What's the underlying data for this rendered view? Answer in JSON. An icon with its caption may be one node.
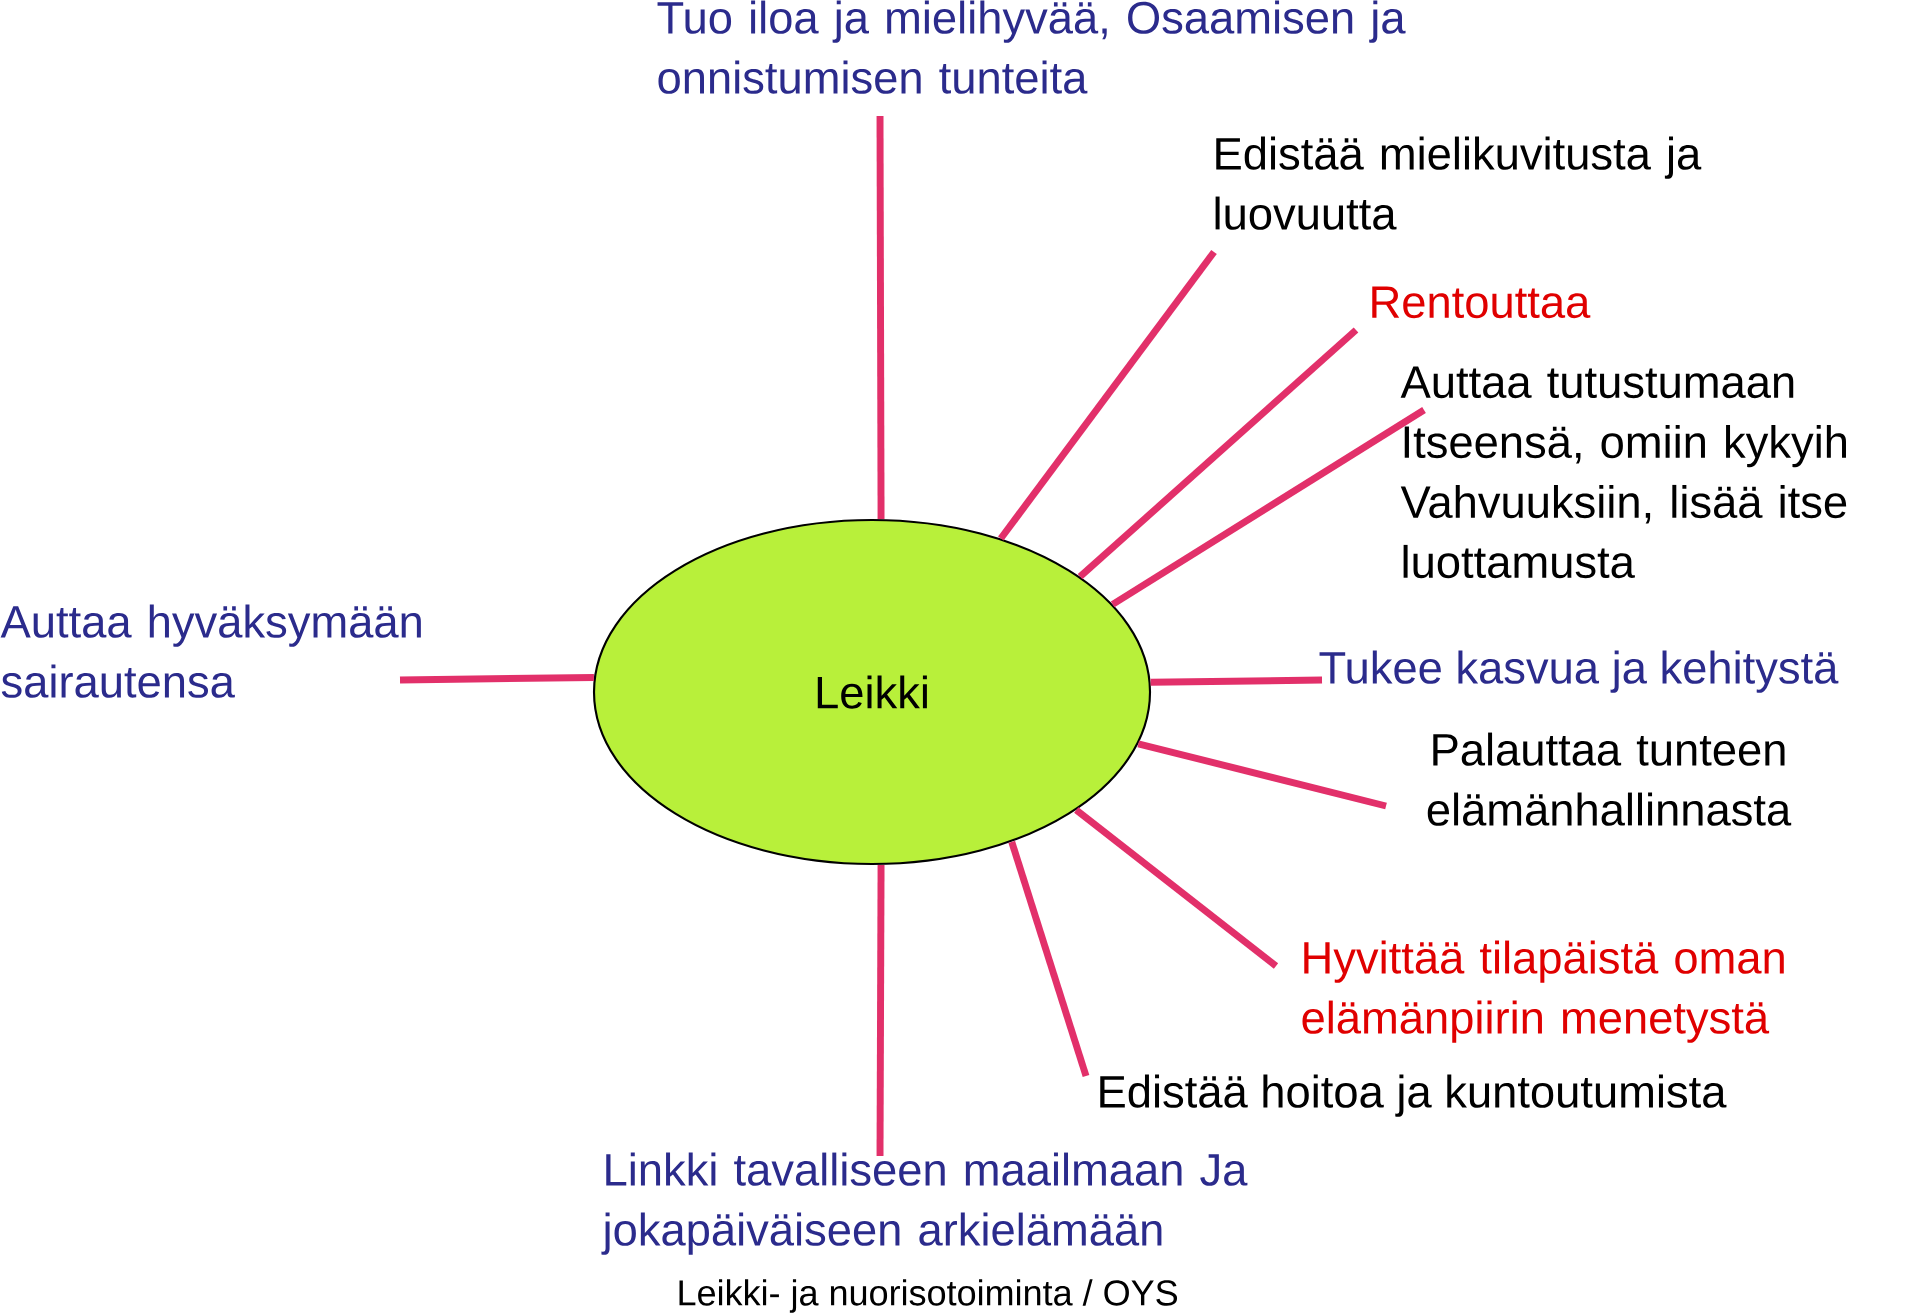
{
  "diagram": {
    "nodes": [
      {
        "text": [
          "Leikki"
        ]
      },
      {
        "text": [
          "Tuo iloa ja mielihyvää, Osaamisen ja onnistumisen tunteita"
        ]
      },
      {
        "text": [
          "Edistää mielikuvitusta ja luovuutta"
        ]
      },
      {
        "text": [
          "Rentouttaa"
        ]
      },
      {
        "text": [
          "Auttaa tutustumaan Itseensä, omiin kykyih Vahvuuksiin, lisää itse luottamusta"
        ]
      },
      {
        "text": [
          "Tukee kasvua ja kehitystä"
        ]
      },
      {
        "text": [
          "Palauttaa tunteen elämänhallinnasta"
        ]
      },
      {
        "text": [
          "Hyvittää tilapäistä oman elämänpiirin menetystä"
        ]
      },
      {
        "text": [
          "Edistää hoitoa ja kuntoutumista"
        ]
      },
      {
        "text": [
          "Linkki tavalliseen maailmaan Ja jokapäiväiseen arkielämään"
        ]
      },
      {
        "text": [
          "Auttaa hyväksymään sairautensa"
        ]
      }
    ],
    "edges": [
      {
        "from": 0,
        "to": 1,
        "arrow": "none"
      },
      {
        "from": 0,
        "to": 2,
        "arrow": "none"
      },
      {
        "from": 0,
        "to": 3,
        "arrow": "none"
      },
      {
        "from": 0,
        "to": 4,
        "arrow": "none"
      },
      {
        "from": 0,
        "to": 5,
        "arrow": "none"
      },
      {
        "from": 0,
        "to": 6,
        "arrow": "none"
      },
      {
        "from": 0,
        "to": 7,
        "arrow": "none"
      },
      {
        "from": 0,
        "to": 8,
        "arrow": "none"
      },
      {
        "from": 0,
        "to": 9,
        "arrow": "none"
      },
      {
        "from": 0,
        "to": 10,
        "arrow": "none"
      }
    ],
    "labels": [
      "Leikki- ja nuorisotoiminta / OYS"
    ]
  }
}
